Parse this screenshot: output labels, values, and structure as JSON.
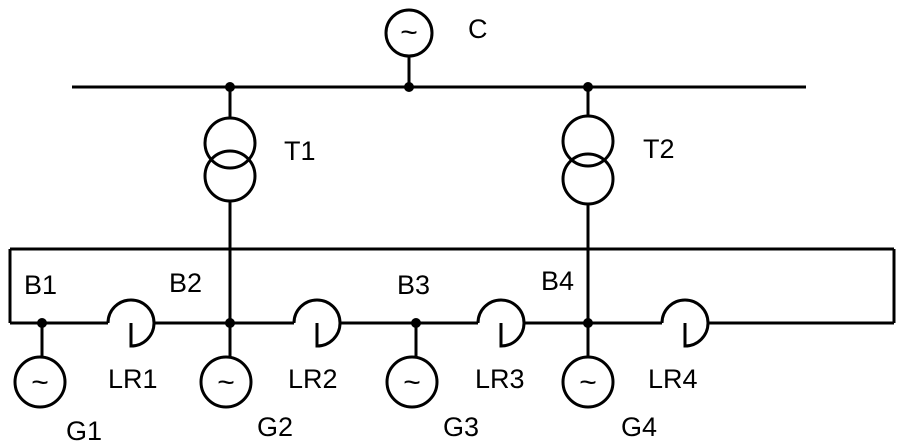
{
  "labels": {
    "generator_c": "C",
    "transformer_1": "T1",
    "transformer_2": "T2",
    "bus_1": "B1",
    "bus_2": "B2",
    "bus_3": "B3",
    "bus_4": "B4",
    "reactor_1": "LR1",
    "reactor_2": "LR2",
    "reactor_3": "LR3",
    "reactor_4": "LR4",
    "generator_1": "G1",
    "generator_2": "G2",
    "generator_3": "G3",
    "generator_4": "G4"
  },
  "icons": {
    "generator": "~",
    "transformer": "two-winding-transformer",
    "reactor": "reactor-coil"
  },
  "colors": {
    "line": "#000000",
    "background": "#ffffff"
  }
}
